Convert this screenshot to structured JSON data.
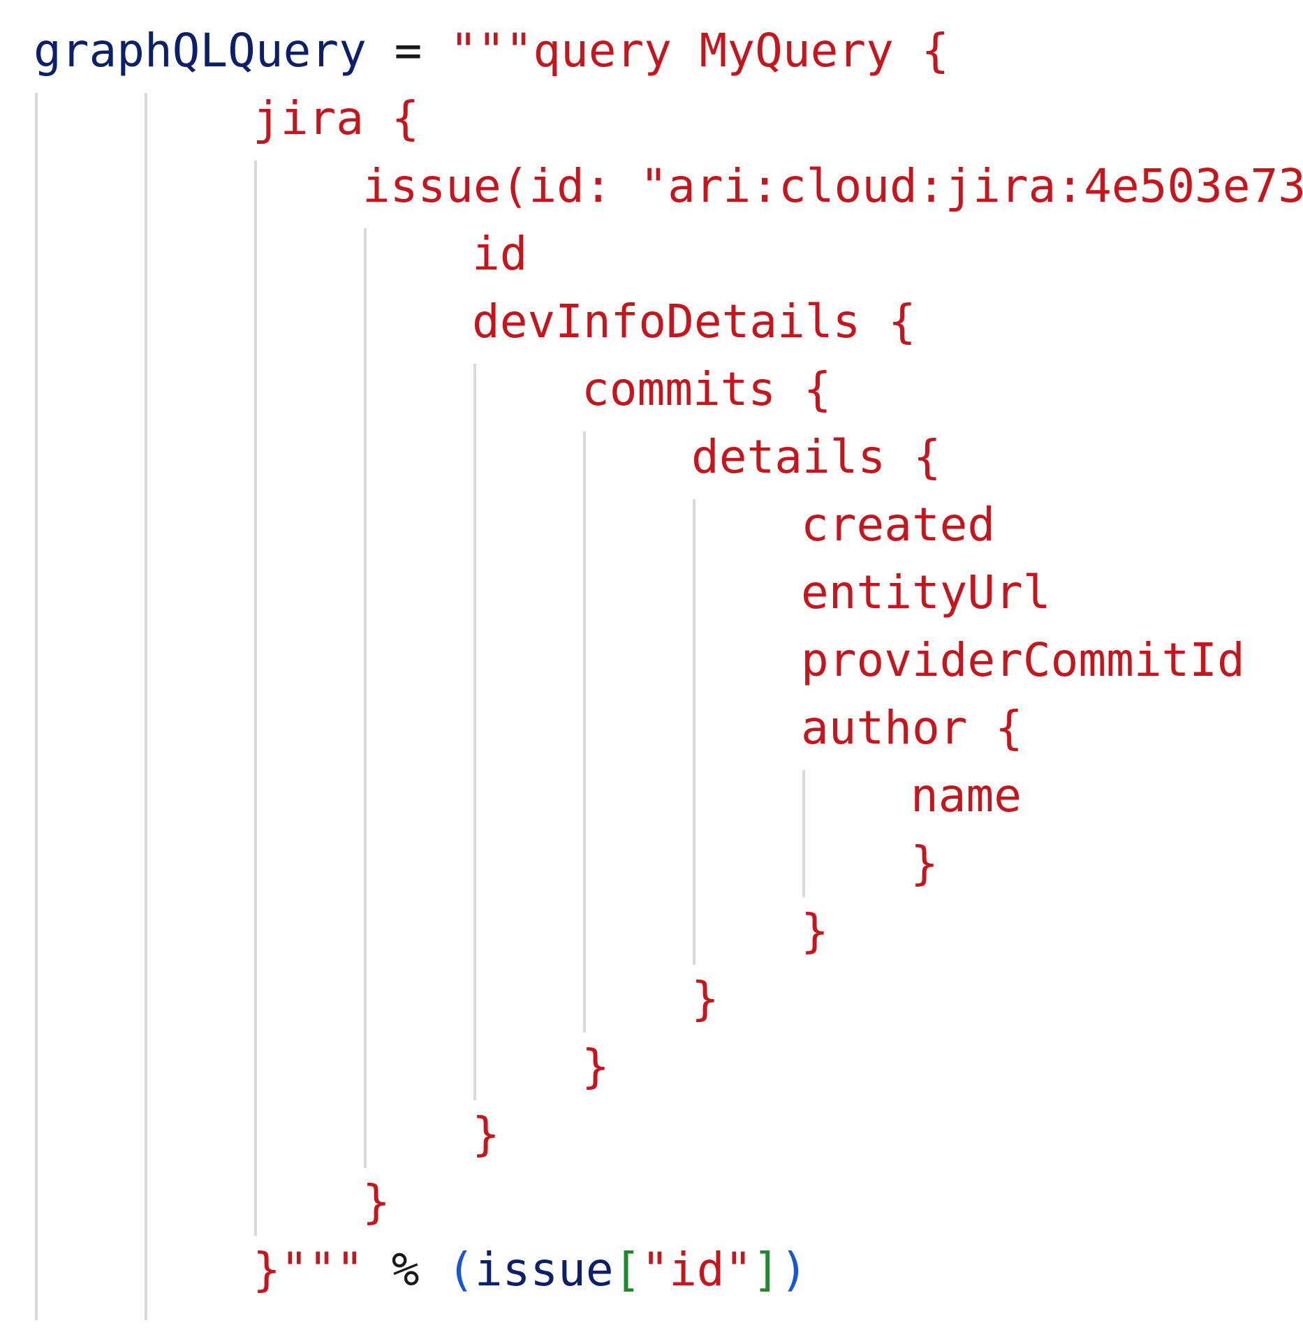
{
  "editor": {
    "lines": [
      {
        "indent": 0,
        "tokens": [
          {
            "t": "graphQLQuery",
            "c": "var"
          },
          {
            "t": " = ",
            "c": "op"
          },
          {
            "t": "\"\"\"query MyQuery {",
            "c": "str"
          }
        ]
      },
      {
        "indent": 2,
        "tokens": [
          {
            "t": "jira {",
            "c": "str"
          }
        ]
      },
      {
        "indent": 3,
        "tokens": [
          {
            "t": "issue(id: \"ari:cloud:jira:4e503e73",
            "c": "str"
          }
        ]
      },
      {
        "indent": 4,
        "tokens": [
          {
            "t": "id",
            "c": "str"
          }
        ]
      },
      {
        "indent": 4,
        "tokens": [
          {
            "t": "devInfoDetails {",
            "c": "str"
          }
        ]
      },
      {
        "indent": 5,
        "tokens": [
          {
            "t": "commits {",
            "c": "str"
          }
        ]
      },
      {
        "indent": 6,
        "tokens": [
          {
            "t": "details {",
            "c": "str"
          }
        ]
      },
      {
        "indent": 7,
        "tokens": [
          {
            "t": "created",
            "c": "str"
          }
        ]
      },
      {
        "indent": 7,
        "tokens": [
          {
            "t": "entityUrl",
            "c": "str"
          }
        ]
      },
      {
        "indent": 7,
        "tokens": [
          {
            "t": "providerCommitId",
            "c": "str"
          }
        ]
      },
      {
        "indent": 7,
        "tokens": [
          {
            "t": "author {",
            "c": "str"
          }
        ]
      },
      {
        "indent": 8,
        "tokens": [
          {
            "t": "name",
            "c": "str"
          }
        ]
      },
      {
        "indent": 8,
        "tokens": [
          {
            "t": "}",
            "c": "str"
          }
        ]
      },
      {
        "indent": 7,
        "tokens": [
          {
            "t": "}",
            "c": "str"
          }
        ]
      },
      {
        "indent": 6,
        "tokens": [
          {
            "t": "}",
            "c": "str"
          }
        ]
      },
      {
        "indent": 5,
        "tokens": [
          {
            "t": "}",
            "c": "str"
          }
        ]
      },
      {
        "indent": 4,
        "tokens": [
          {
            "t": "}",
            "c": "str"
          }
        ]
      },
      {
        "indent": 3,
        "tokens": [
          {
            "t": "}",
            "c": "str"
          }
        ]
      },
      {
        "indent": 2,
        "tokens": [
          {
            "t": "}\"\"\"",
            "c": "str"
          },
          {
            "t": " % ",
            "c": "op"
          },
          {
            "t": "(",
            "c": "paren"
          },
          {
            "t": "issue",
            "c": "var"
          },
          {
            "t": "[",
            "c": "brack"
          },
          {
            "t": "\"id\"",
            "c": "str"
          },
          {
            "t": "]",
            "c": "brack"
          },
          {
            "t": ")",
            "c": "paren"
          }
        ]
      }
    ],
    "colors": {
      "variable": "#0b1f6b",
      "string": "#c4161c",
      "operator": "#1a1a1a",
      "paren": "#1a55d6",
      "bracket": "#1f8a2c",
      "indent_guide": "#d9d9d9"
    }
  }
}
